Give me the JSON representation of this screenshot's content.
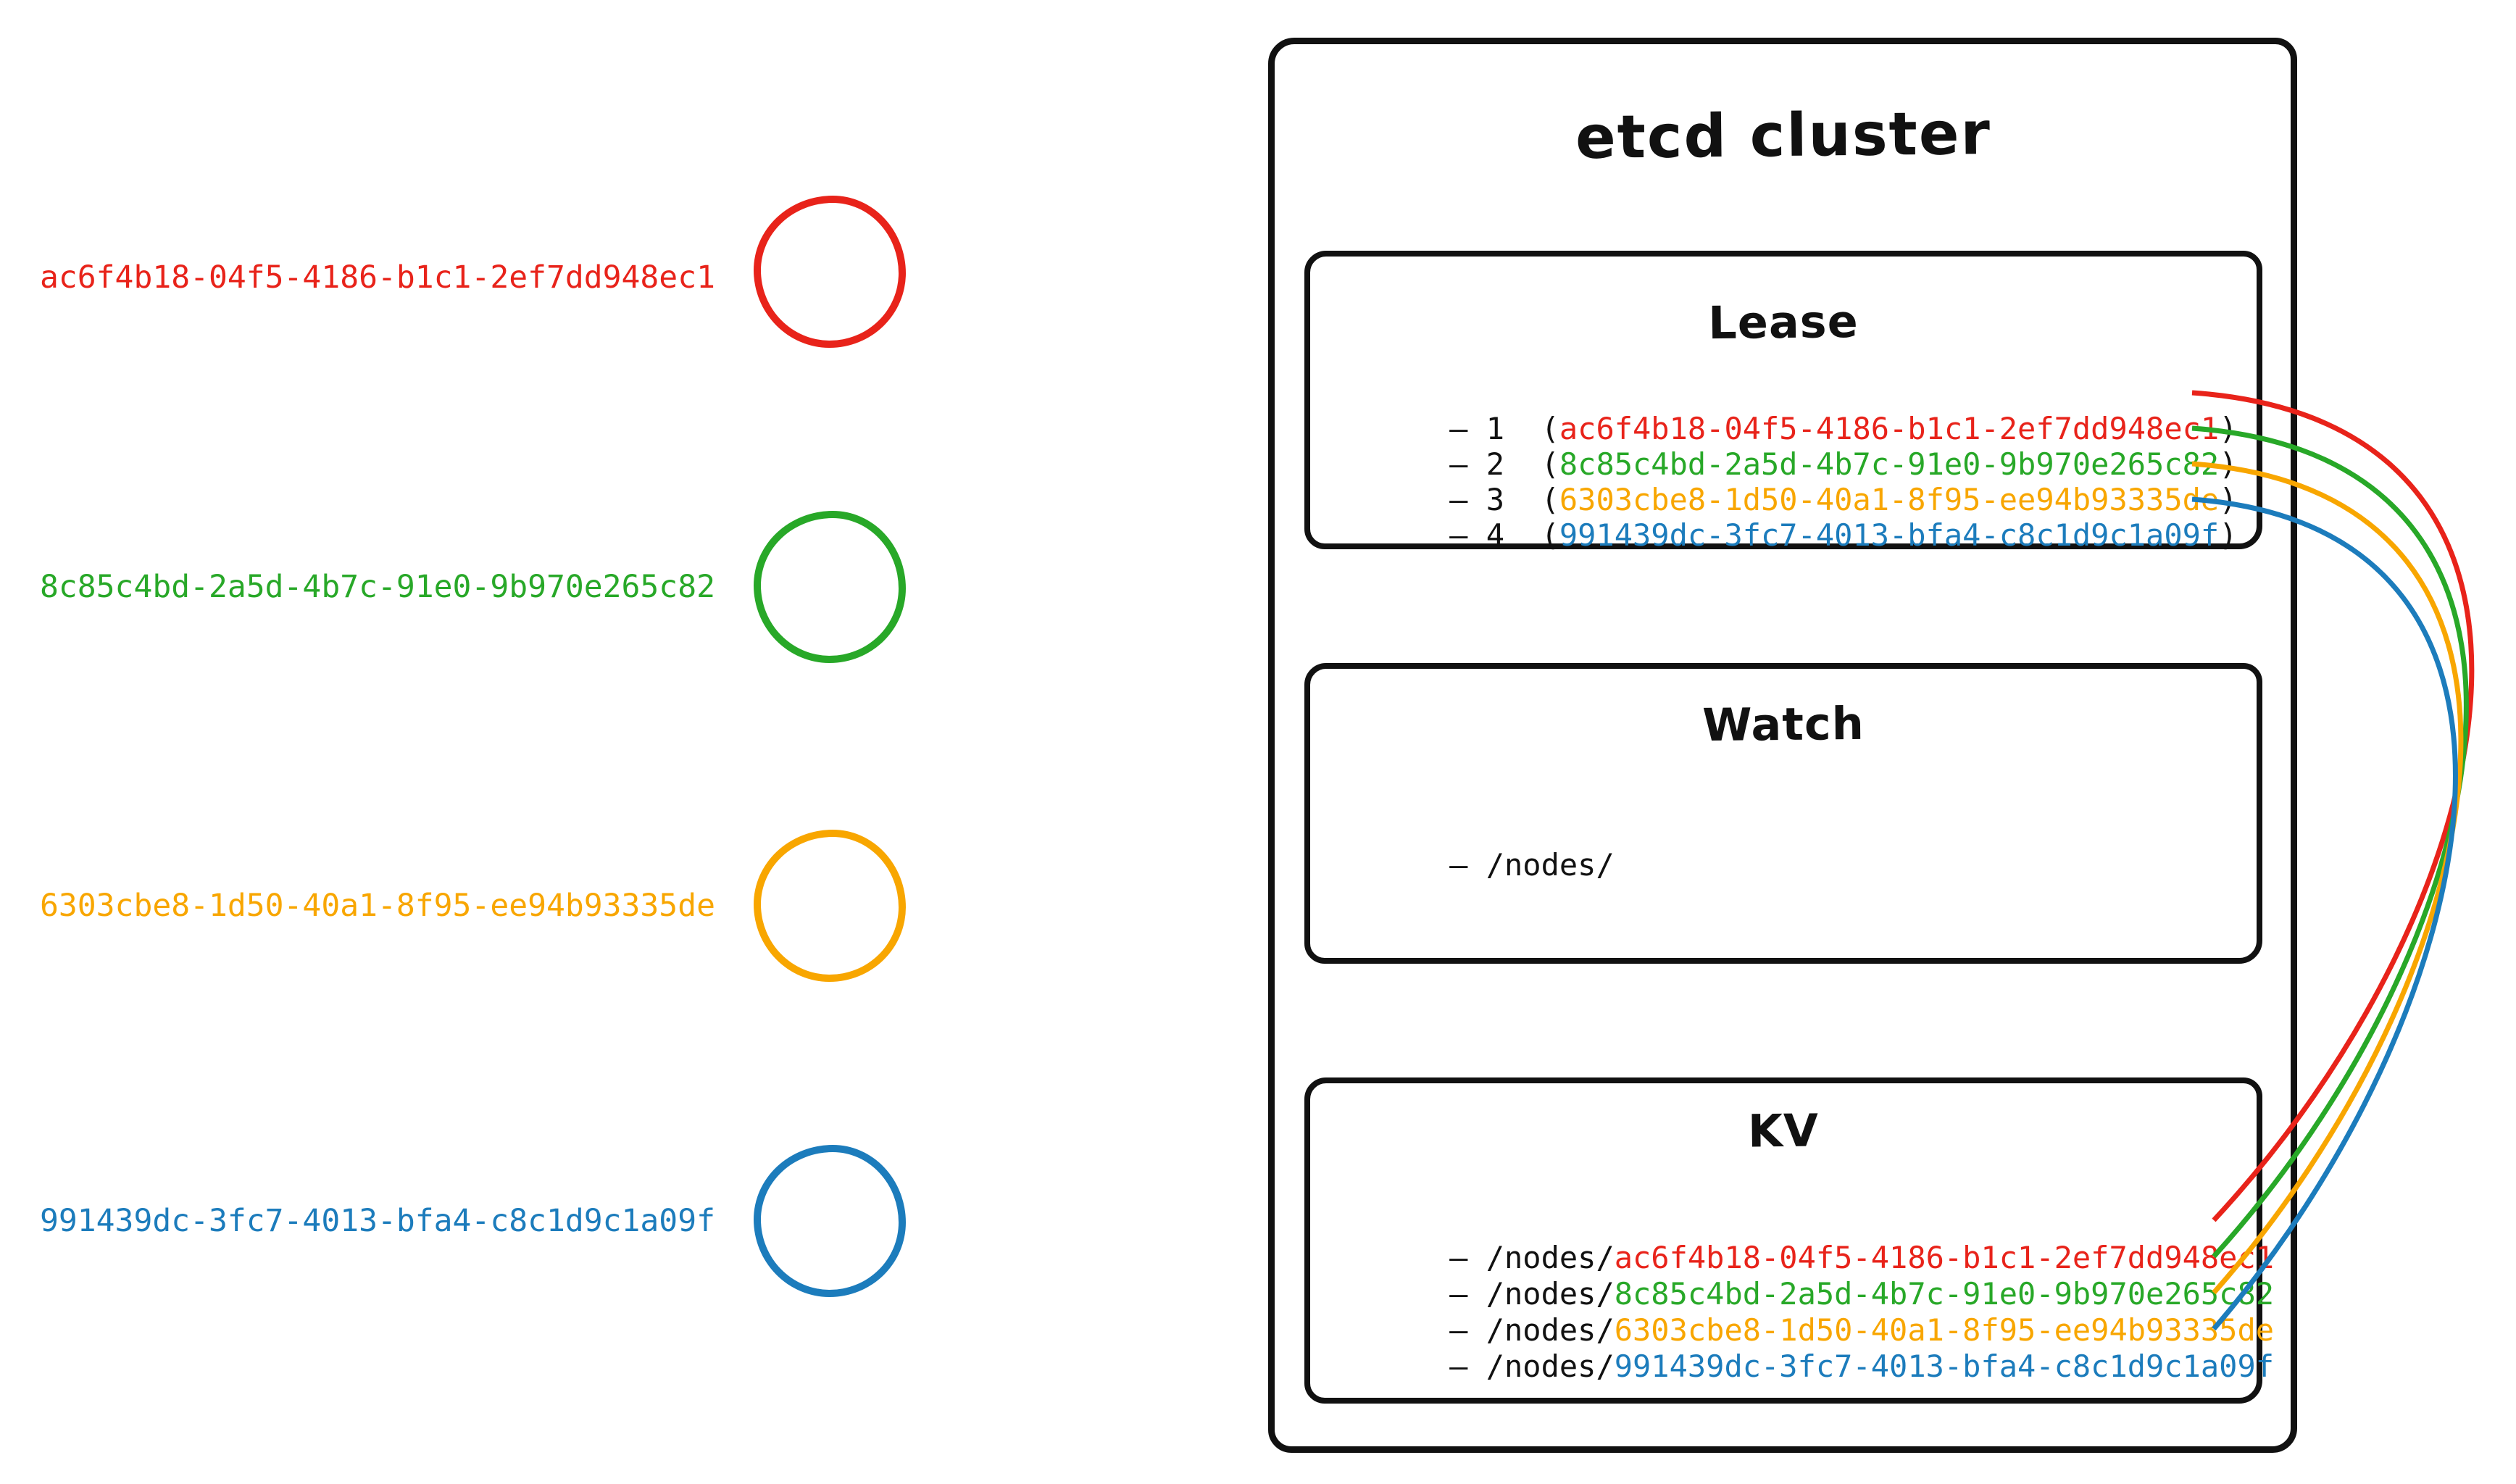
{
  "cluster": {
    "title": "etcd cluster"
  },
  "nodes": [
    {
      "uuid": "ac6f4b18-04f5-4186-b1c1-2ef7dd948ec1",
      "color": "#e8231a"
    },
    {
      "uuid": "8c85c4bd-2a5d-4b7c-91e0-9b970e265c82",
      "color": "#28a828"
    },
    {
      "uuid": "6303cbe8-1d50-40a1-8f95-ee94b93335de",
      "color": "#f8a600"
    },
    {
      "uuid": "991439dc-3fc7-4013-bfa4-c8c1d9c1a09f",
      "color": "#1c7cbc"
    }
  ],
  "lease": {
    "title": "Lease",
    "items": [
      {
        "prefix": "– 1  (",
        "suffix": ")"
      },
      {
        "prefix": "– 2  (",
        "suffix": ")"
      },
      {
        "prefix": "– 3  (",
        "suffix": ")"
      },
      {
        "prefix": "– 4  (",
        "suffix": ")"
      }
    ]
  },
  "watch": {
    "title": "Watch",
    "items": [
      {
        "text": "– /nodes/"
      }
    ]
  },
  "kv": {
    "title": "KV",
    "items": [
      {
        "prefix": "– /nodes/"
      },
      {
        "prefix": "– /nodes/"
      },
      {
        "prefix": "– /nodes/"
      },
      {
        "prefix": "– /nodes/"
      }
    ]
  },
  "ink_color": "#111111"
}
